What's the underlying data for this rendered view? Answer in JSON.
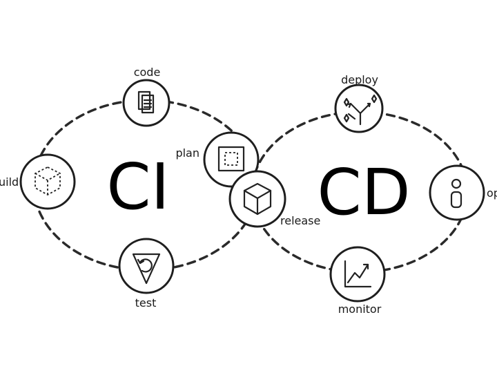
{
  "loops": {
    "ci_label": "CI",
    "cd_label": "CD"
  },
  "stages": {
    "code": "code",
    "build": "uild",
    "test": "test",
    "plan": "plan",
    "release": "release",
    "deploy": "deploy",
    "operate": "op",
    "monitor": "monitor"
  }
}
